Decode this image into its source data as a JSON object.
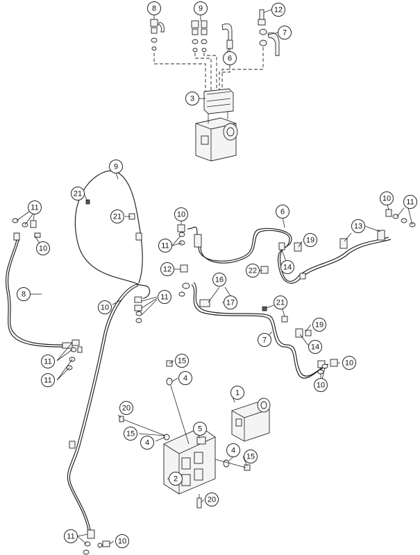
{
  "callouts": [
    {
      "label": "8"
    },
    {
      "label": "9"
    },
    {
      "label": "12"
    },
    {
      "label": "7"
    },
    {
      "label": "6"
    },
    {
      "label": "3"
    },
    {
      "label": "9"
    },
    {
      "label": "21"
    },
    {
      "label": "11"
    },
    {
      "label": "10"
    },
    {
      "label": "21"
    },
    {
      "label": "10"
    },
    {
      "label": "6"
    },
    {
      "label": "10"
    },
    {
      "label": "11"
    },
    {
      "label": "13"
    },
    {
      "label": "11"
    },
    {
      "label": "19"
    },
    {
      "label": "22"
    },
    {
      "label": "14"
    },
    {
      "label": "8"
    },
    {
      "label": "12"
    },
    {
      "label": "16"
    },
    {
      "label": "11"
    },
    {
      "label": "17"
    },
    {
      "label": "10"
    },
    {
      "label": "21"
    },
    {
      "label": "19"
    },
    {
      "label": "7"
    },
    {
      "label": "14"
    },
    {
      "label": "10"
    },
    {
      "label": "11"
    },
    {
      "label": "10"
    },
    {
      "label": "11"
    },
    {
      "label": "15"
    },
    {
      "label": "4"
    },
    {
      "label": "1"
    },
    {
      "label": "20"
    },
    {
      "label": "5"
    },
    {
      "label": "15"
    },
    {
      "label": "4"
    },
    {
      "label": "4"
    },
    {
      "label": "15"
    },
    {
      "label": "2"
    },
    {
      "label": "20"
    },
    {
      "label": "11"
    },
    {
      "label": "10"
    }
  ]
}
